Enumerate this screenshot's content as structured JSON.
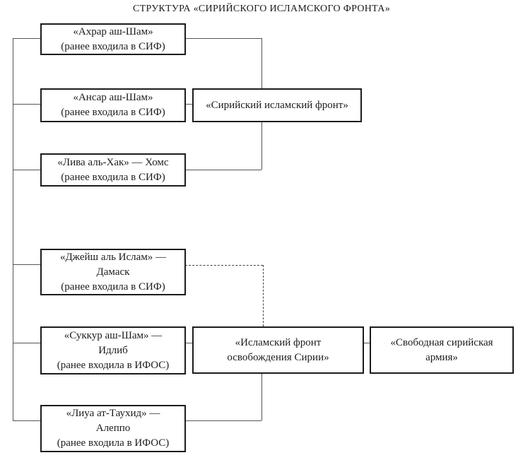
{
  "title": "СТРУКТУРА «СИРИЙСКОГО ИСЛАМСКОГО ФРОНТА»",
  "boxes": {
    "ahrar": {
      "lines": [
        "«Ахрар аш-Шам»",
        "(ранее входила в СИФ)"
      ]
    },
    "ansar": {
      "lines": [
        "«Ансар аш-Шам»",
        "(ранее входила в СИФ)"
      ]
    },
    "liwa_al_hak": {
      "lines": [
        "«Лива аль-Хак» — Хомс",
        "(ранее входила в СИФ)"
      ]
    },
    "jaysh_al_islam": {
      "lines": [
        "«Джейш аль Ислам» —",
        "Дамаск",
        "(ранее входила в СИФ)"
      ]
    },
    "sukkur_ash_sham": {
      "lines": [
        "«Суккур аш-Шам» —",
        "Идлиб",
        "(ранее входила в ИФОС)"
      ]
    },
    "liwa_at_tawhid": {
      "lines": [
        "«Лиуа ат-Таухид» —",
        "Алеппо",
        "(ранее входила в ИФОС)"
      ]
    },
    "sif": {
      "lines": [
        "«Сирийский исламский фронт»"
      ]
    },
    "ifos": {
      "lines": [
        "«Исламский фронт",
        "освобождения Сирии»"
      ]
    },
    "ssa": {
      "lines": [
        "«Свободная сирийская",
        "армия»"
      ]
    }
  },
  "colors": {
    "background": "#ffffff",
    "box_border": "#1c1c1c",
    "connector_line": "#555555",
    "text": "#1c1c1c"
  }
}
